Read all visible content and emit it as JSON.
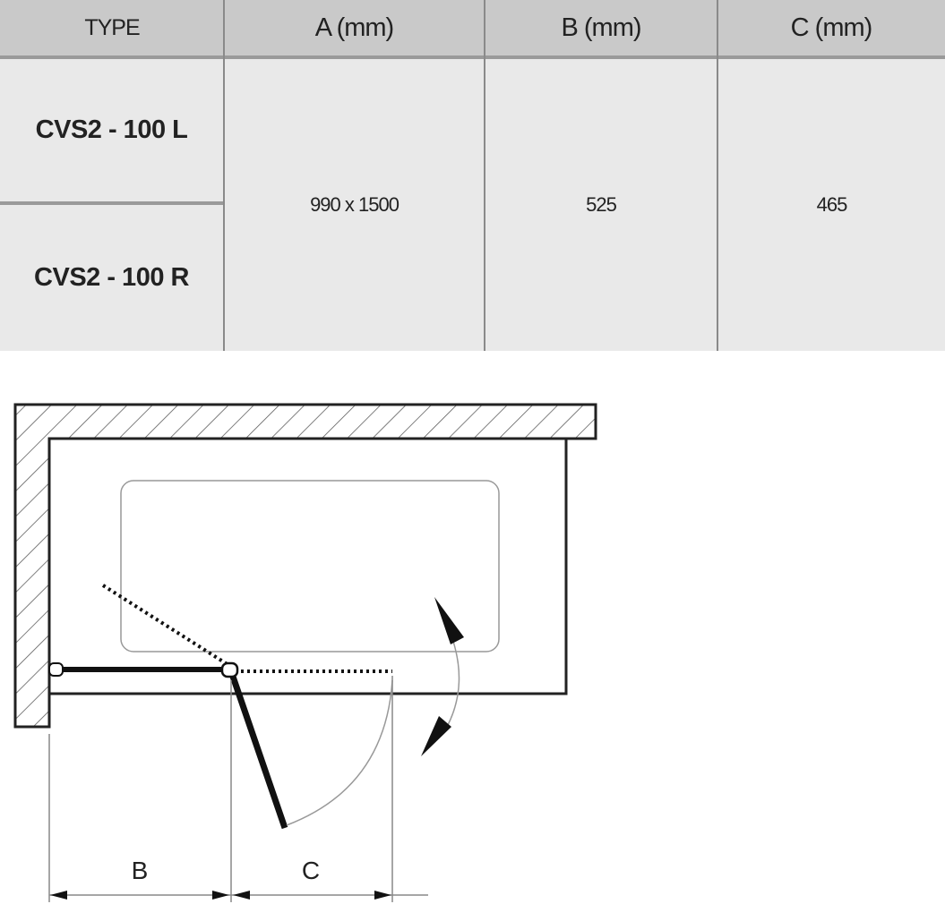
{
  "table": {
    "headers": [
      "TYPE",
      "A (mm)",
      "B (mm)",
      "C (mm)"
    ],
    "types": [
      "CVS2 - 100 L",
      "CVS2 - 100 R"
    ],
    "a": "990 x 1500",
    "b": "525",
    "c": "465"
  },
  "diagram": {
    "dim_b": "B",
    "dim_c": "C"
  }
}
